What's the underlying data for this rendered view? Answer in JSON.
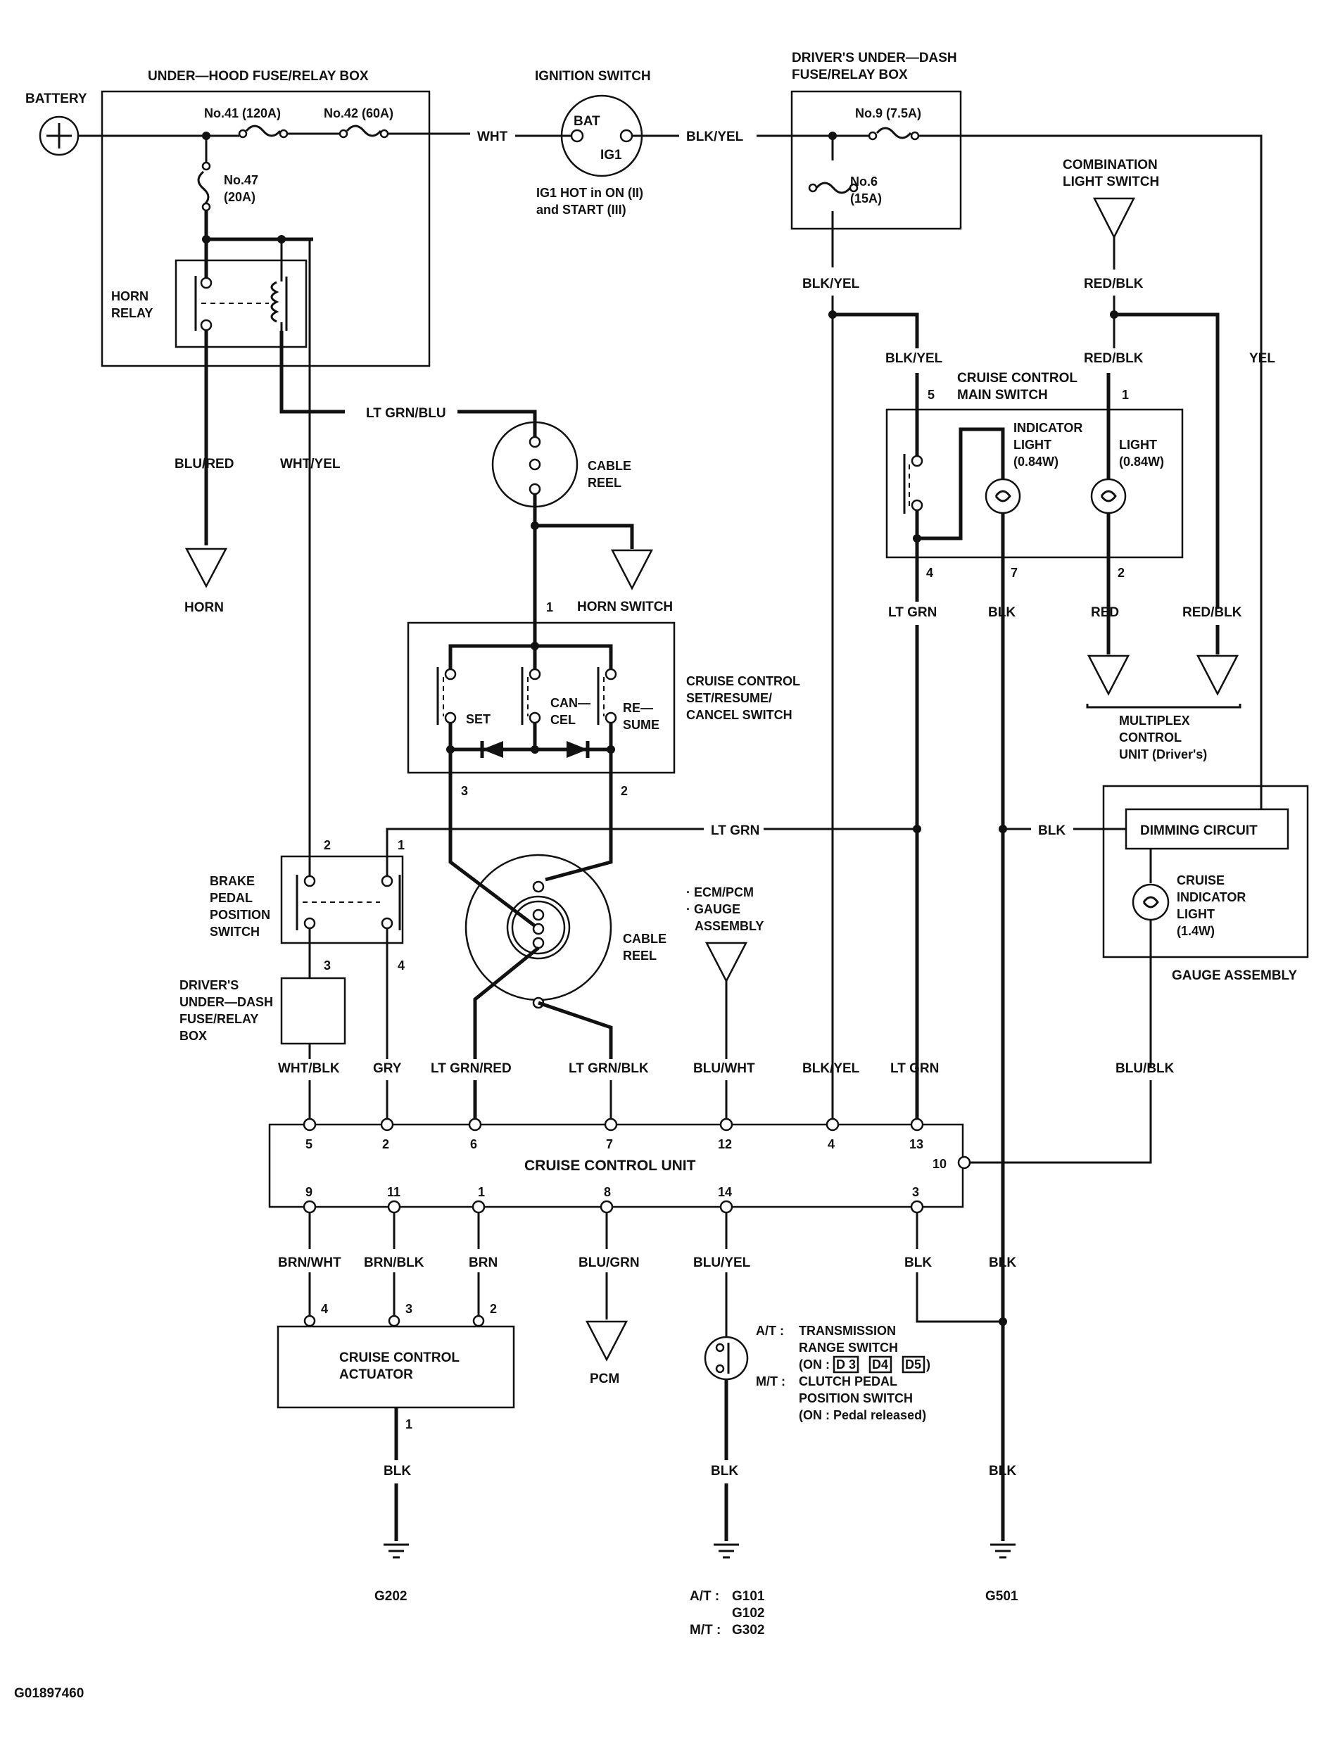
{
  "labels": {
    "battery": "BATTERY",
    "underhood_box": "UNDER—HOOD FUSE/RELAY BOX",
    "fuse41": "No.41 (120A)",
    "fuse42": "No.42 (60A)",
    "fuse47a": "No.47",
    "fuse47b": "(20A)",
    "horn_relay_a": "HORN",
    "horn_relay_b": "RELAY",
    "wht": "WHT",
    "ignition_switch": "IGNITION SWITCH",
    "bat": "BAT",
    "ig1": "IG1",
    "ig1_hot_a": "IG1 HOT in ON (II)",
    "ig1_hot_b": "and START (III)",
    "blk_yel_top": "BLK/YEL",
    "driver_box_a": "DRIVER'S UNDER—DASH",
    "driver_box_b": "FUSE/RELAY BOX",
    "fuse9": "No.9 (7.5A)",
    "fuse6a": "No.6",
    "fuse6b": "(15A)",
    "combo_switch_a": "COMBINATION",
    "combo_switch_b": "LIGHT SWITCH",
    "blk_yel_1": "BLK/YEL",
    "red_blk_1": "RED/BLK",
    "blk_yel_2": "BLK/YEL",
    "red_blk_2": "RED/BLK",
    "yel": "YEL",
    "cc_main_a": "CRUISE CONTROL",
    "cc_main_b": "MAIN SWITCH",
    "pin5": "5",
    "pin1_main": "1",
    "indicator_a": "INDICATOR",
    "indicator_b": "LIGHT",
    "indicator_c": "(0.84W)",
    "light_a": "LIGHT",
    "light_b": "(0.84W)",
    "pin4_main": "4",
    "pin7_main": "7",
    "pin2_main": "2",
    "lt_grn_1": "LT GRN",
    "blk_1": "BLK",
    "red": "RED",
    "red_blk_3": "RED/BLK",
    "mux_a": "MULTIPLEX",
    "mux_b": "CONTROL",
    "mux_c": "UNIT (Driver's)",
    "blu_red": "BLU/RED",
    "wht_yel": "WHT/YEL",
    "lt_grn_blu": "LT GRN/BLU",
    "horn": "HORN",
    "cable_reel_1a": "CABLE",
    "cable_reel_1b": "REEL",
    "horn_switch": "HORN SWITCH",
    "pin1_sw": "1",
    "set": "SET",
    "cancel_a": "CAN—",
    "cancel_b": "CEL",
    "resume_a": "RE—",
    "resume_b": "SUME",
    "cc_set_a": "CRUISE CONTROL",
    "cc_set_b": "SET/RESUME/",
    "cc_set_c": "CANCEL SWITCH",
    "pin3_sw": "3",
    "pin2_sw": "2",
    "lt_grn_mid": "LT GRN",
    "blk_mid": "BLK",
    "dimming": "DIMMING CIRCUIT",
    "cruise_ind_a": "CRUISE",
    "cruise_ind_b": "INDICATOR",
    "cruise_ind_c": "LIGHT",
    "cruise_ind_d": "(1.4W)",
    "gauge_assembly": "GAUGE ASSEMBLY",
    "bpp_pin2": "2",
    "bpp_pin1": "1",
    "bpp_a": "BRAKE",
    "bpp_b": "PEDAL",
    "bpp_c": "POSITION",
    "bpp_d": "SWITCH",
    "bpp_pin3": "3",
    "bpp_pin4": "4",
    "drv_box2_a": "DRIVER'S",
    "drv_box2_b": "UNDER—DASH",
    "drv_box2_c": "FUSE/RELAY",
    "drv_box2_d": "BOX",
    "cable_reel_2a": "CABLE",
    "cable_reel_2b": "REEL",
    "ecm_a": "· ECM/PCM",
    "ecm_b": "· GAUGE",
    "ecm_c": "ASSEMBLY",
    "wht_blk": "WHT/BLK",
    "gry": "GRY",
    "lt_grn_red": "LT GRN/RED",
    "lt_grn_blk": "LT GRN/BLK",
    "blu_wht": "BLU/WHT",
    "blk_yel_3": "BLK/YEL",
    "lt_grn_2": "LT GRN",
    "blu_blk": "BLU/BLK",
    "ccu_top_5": "5",
    "ccu_top_2": "2",
    "ccu_top_6": "6",
    "ccu_top_7": "7",
    "ccu_top_12": "12",
    "ccu_top_4": "4",
    "ccu_top_13": "13",
    "ccu_10": "10",
    "ccu": "CRUISE CONTROL UNIT",
    "ccu_bot_9": "9",
    "ccu_bot_11": "11",
    "ccu_bot_1": "1",
    "ccu_bot_8": "8",
    "ccu_bot_14": "14",
    "ccu_bot_3": "3",
    "brn_wht": "BRN/WHT",
    "brn_blk": "BRN/BLK",
    "brn": "BRN",
    "blu_grn": "BLU/GRN",
    "blu_yel": "BLU/YEL",
    "blk_2": "BLK",
    "blk_3": "BLK",
    "act_pin4": "4",
    "act_pin3": "3",
    "act_pin2": "2",
    "actuator_a": "CRUISE CONTROL",
    "actuator_b": "ACTUATOR",
    "pcm": "PCM",
    "at_label": "A/T :",
    "at_text_a": "TRANSMISSION",
    "at_text_b": "RANGE SWITCH",
    "at_on": "(ON :",
    "d3": "D 3",
    "d4": "D4",
    "d5": "D5",
    "at_close": ")",
    "mt_label": "M/T :",
    "mt_text_a": "CLUTCH PEDAL",
    "mt_text_b": "POSITION SWITCH",
    "mt_text_c": "(ON : Pedal released)",
    "act_pin1": "1",
    "blk_4": "BLK",
    "blk_5": "BLK",
    "blk_6": "BLK",
    "g202": "G202",
    "g_at_label": "A/T :",
    "g101": "G101",
    "g102": "G102",
    "g_mt_label": "M/T :",
    "g302": "G302",
    "g501": "G501",
    "figure_id": "G01897460"
  }
}
